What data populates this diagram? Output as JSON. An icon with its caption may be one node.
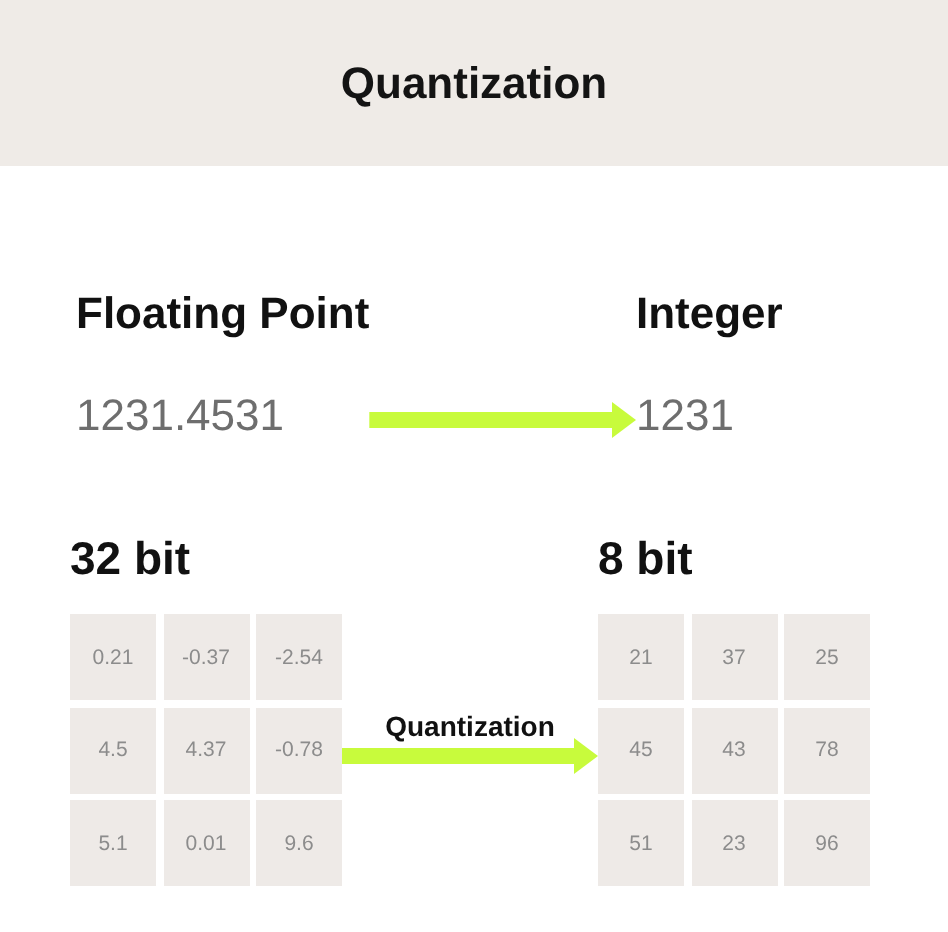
{
  "diagram": {
    "title": "Quantization",
    "nodes": [
      {
        "text": [
          "Floating Point",
          "1231.4531"
        ]
      },
      {
        "text": [
          "Integer",
          "1231"
        ]
      },
      {
        "text": [
          "32 bit"
        ]
      },
      {
        "text": [
          "0.21"
        ],
        "in": 2
      },
      {
        "text": [
          "-0.37"
        ],
        "in": 2
      },
      {
        "text": [
          "-2.54"
        ],
        "in": 2
      },
      {
        "text": [
          "4.5"
        ],
        "in": 2
      },
      {
        "text": [
          "4.37"
        ],
        "in": 2
      },
      {
        "text": [
          "-0.78"
        ],
        "in": 2
      },
      {
        "text": [
          "5.1"
        ],
        "in": 2
      },
      {
        "text": [
          "0.01"
        ],
        "in": 2
      },
      {
        "text": [
          "9.6"
        ],
        "in": 2
      },
      {
        "text": [
          "8 bit"
        ]
      },
      {
        "text": [
          "21"
        ],
        "in": 12
      },
      {
        "text": [
          "37"
        ],
        "in": 12
      },
      {
        "text": [
          "25"
        ],
        "in": 12
      },
      {
        "text": [
          "45"
        ],
        "in": 12
      },
      {
        "text": [
          "43"
        ],
        "in": 12
      },
      {
        "text": [
          "78"
        ],
        "in": 12
      },
      {
        "text": [
          "51"
        ],
        "in": 12
      },
      {
        "text": [
          "23"
        ],
        "in": 12
      },
      {
        "text": [
          "96"
        ],
        "in": 12
      }
    ],
    "edges": [
      {
        "from": 0,
        "to": 1,
        "arrow": "to"
      },
      {
        "from": 2,
        "to": 12,
        "arrow": "to",
        "label": "Quantization"
      }
    ]
  }
}
